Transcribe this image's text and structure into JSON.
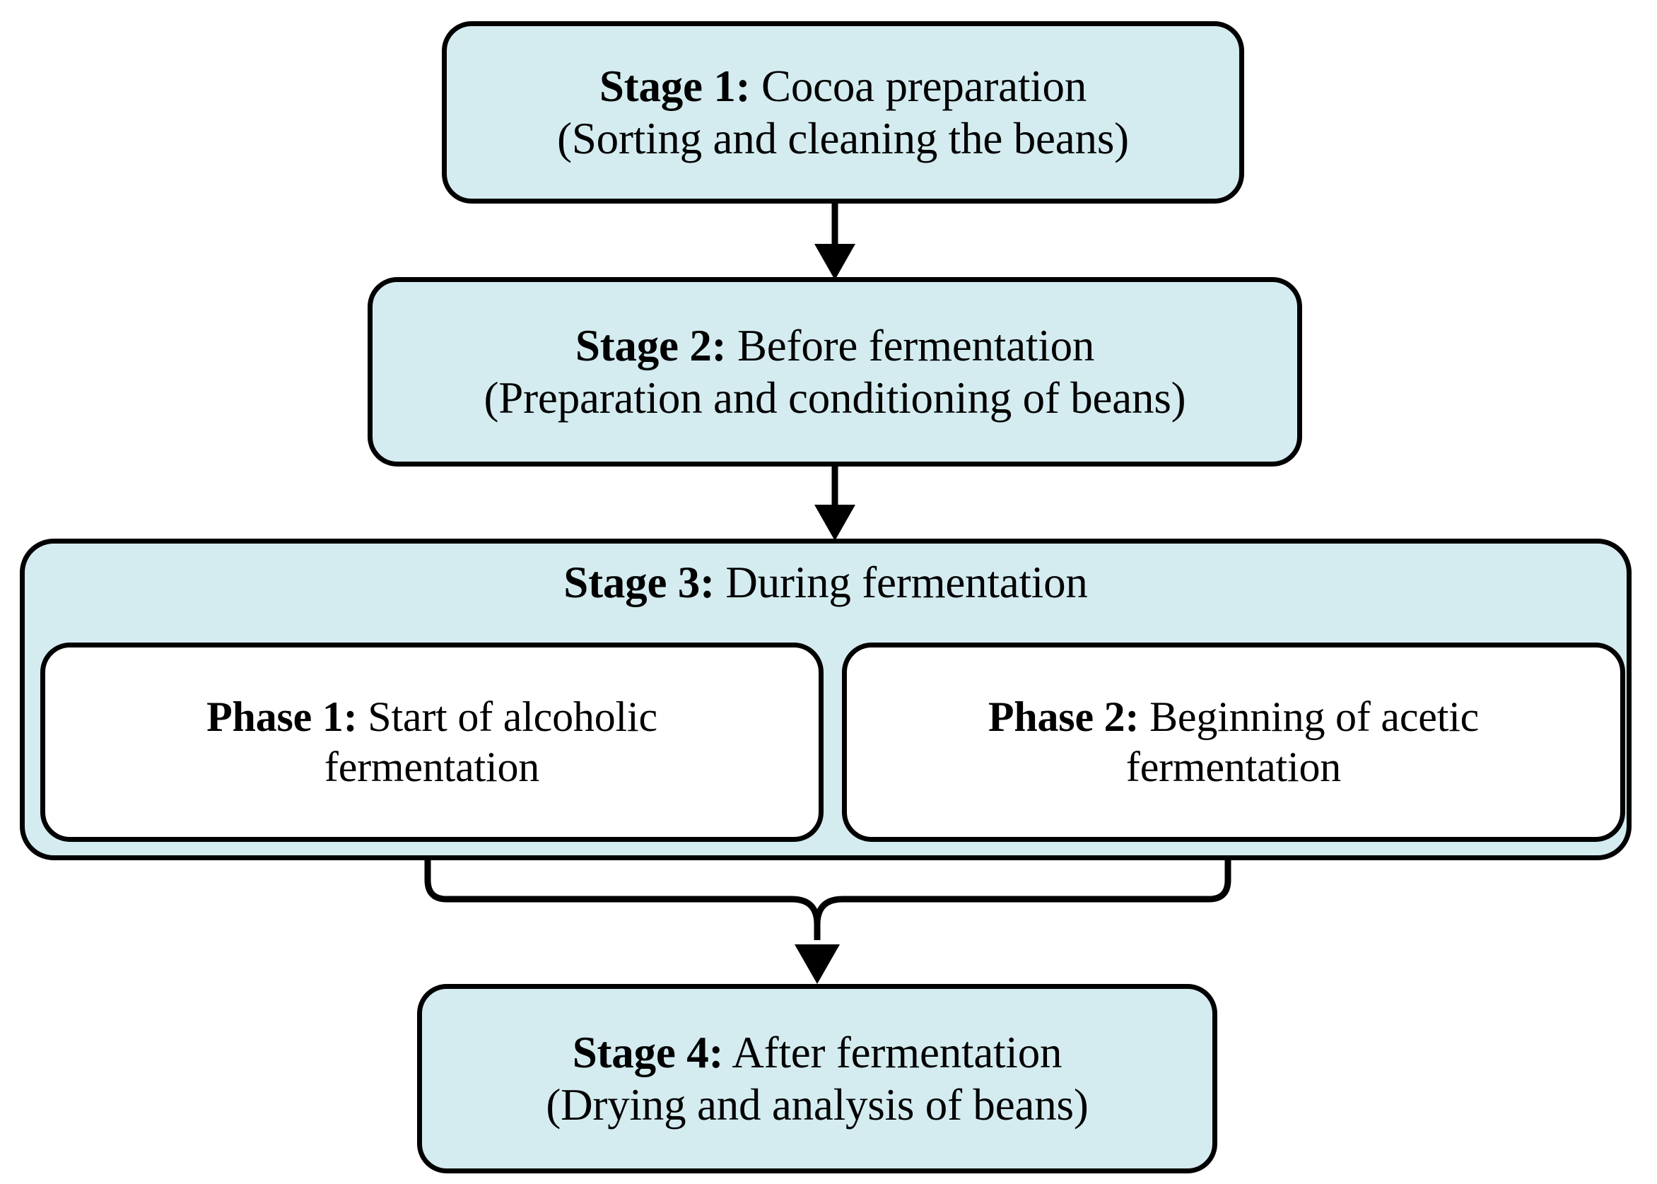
{
  "diagram": {
    "title": "Cocoa fermentation experimental stages flowchart",
    "colors": {
      "node_fill": "#d4ecf0",
      "phase_fill": "#ffffff",
      "stroke": "#000000",
      "background": "#ffffff"
    },
    "nodes": {
      "stage1": {
        "lead": "Stage 1:",
        "title": " Cocoa preparation",
        "subtitle": "(Sorting and cleaning the beans)"
      },
      "stage2": {
        "lead": "Stage 2:",
        "title": " Before fermentation",
        "subtitle": "(Preparation and conditioning of beans)"
      },
      "stage3": {
        "lead": "Stage 3:",
        "title": " During fermentation",
        "phases": [
          {
            "lead": "Phase 1:",
            "title": " Start of alcoholic",
            "line2": "fermentation"
          },
          {
            "lead": "Phase 2:",
            "title": " Beginning of acetic",
            "line2": "fermentation"
          }
        ]
      },
      "stage4": {
        "lead": "Stage 4:",
        "title": " After fermentation",
        "subtitle": "(Drying and analysis of beans)"
      }
    },
    "connectors": [
      {
        "name": "stage1-to-stage2",
        "type": "arrow-down"
      },
      {
        "name": "stage2-to-stage3",
        "type": "arrow-down"
      },
      {
        "name": "phases-to-stage4",
        "type": "merge-arrow-down"
      }
    ]
  }
}
